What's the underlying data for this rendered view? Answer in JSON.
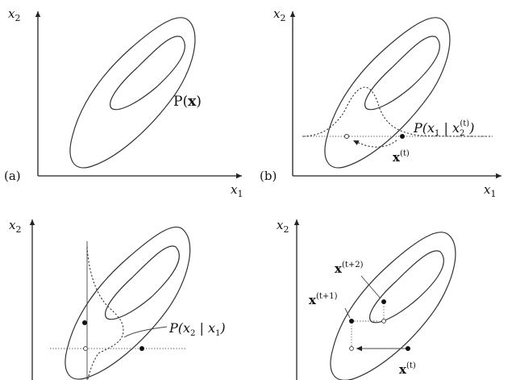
{
  "panels": {
    "a": {
      "tag": "(a)",
      "x2": "x",
      "x2_sub": "2",
      "x1": "x",
      "x1_sub": "1",
      "density_pre": "P(",
      "density_var": "x",
      "density_post": ")"
    },
    "b": {
      "tag": "(b)",
      "x2": "x",
      "x2_sub": "2",
      "x1": "x",
      "x1_sub": "1",
      "cond_pre": "P(x",
      "cond_sub1": "1",
      "cond_mid": " | x",
      "cond_sub2": "2",
      "cond_sup": "(t)",
      "cond_post": ")",
      "state": "x",
      "state_sup": "(t)"
    },
    "c": {
      "x2": "x",
      "x2_sub": "2",
      "cond_pre": "P(x",
      "cond_sub1": "2",
      "cond_mid": " | x",
      "cond_sub2": "1",
      "cond_post": ")"
    },
    "d": {
      "x2": "x",
      "x2_sub": "2",
      "state_t": "x",
      "state_t_sup": "(t)",
      "state_t1": "x",
      "state_t1_sup": "(t+1)",
      "state_t2": "x",
      "state_t2_sup": "(t+2)"
    }
  }
}
